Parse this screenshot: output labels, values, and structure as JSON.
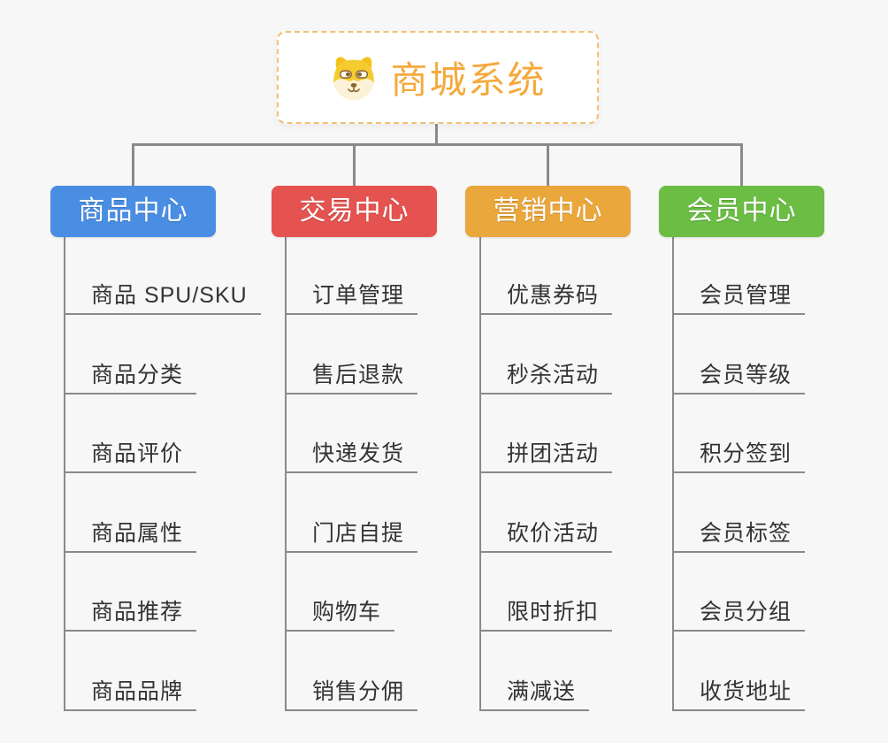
{
  "canvas": {
    "background": "#F7F7F7",
    "line_color": "#8A8A8A"
  },
  "root": {
    "title": "商城系统",
    "icon": "dog-face-icon",
    "title_color": "#F5A93C",
    "border_color": "#F2C173"
  },
  "branches": [
    {
      "label": "商品中心",
      "color": "#4A8EE4",
      "children": [
        "商品 SPU/SKU",
        "商品分类",
        "商品评价",
        "商品属性",
        "商品推荐",
        "商品品牌"
      ]
    },
    {
      "label": "交易中心",
      "color": "#E4534F",
      "children": [
        "订单管理",
        "售后退款",
        "快递发货",
        "门店自提",
        "购物车",
        "销售分佣"
      ]
    },
    {
      "label": "营销中心",
      "color": "#EAA73C",
      "children": [
        "优惠券码",
        "秒杀活动",
        "拼团活动",
        "砍价活动",
        "限时折扣",
        "满减送"
      ]
    },
    {
      "label": "会员中心",
      "color": "#6BBD44",
      "children": [
        "会员管理",
        "会员等级",
        "积分签到",
        "会员标签",
        "会员分组",
        "收货地址"
      ]
    }
  ]
}
